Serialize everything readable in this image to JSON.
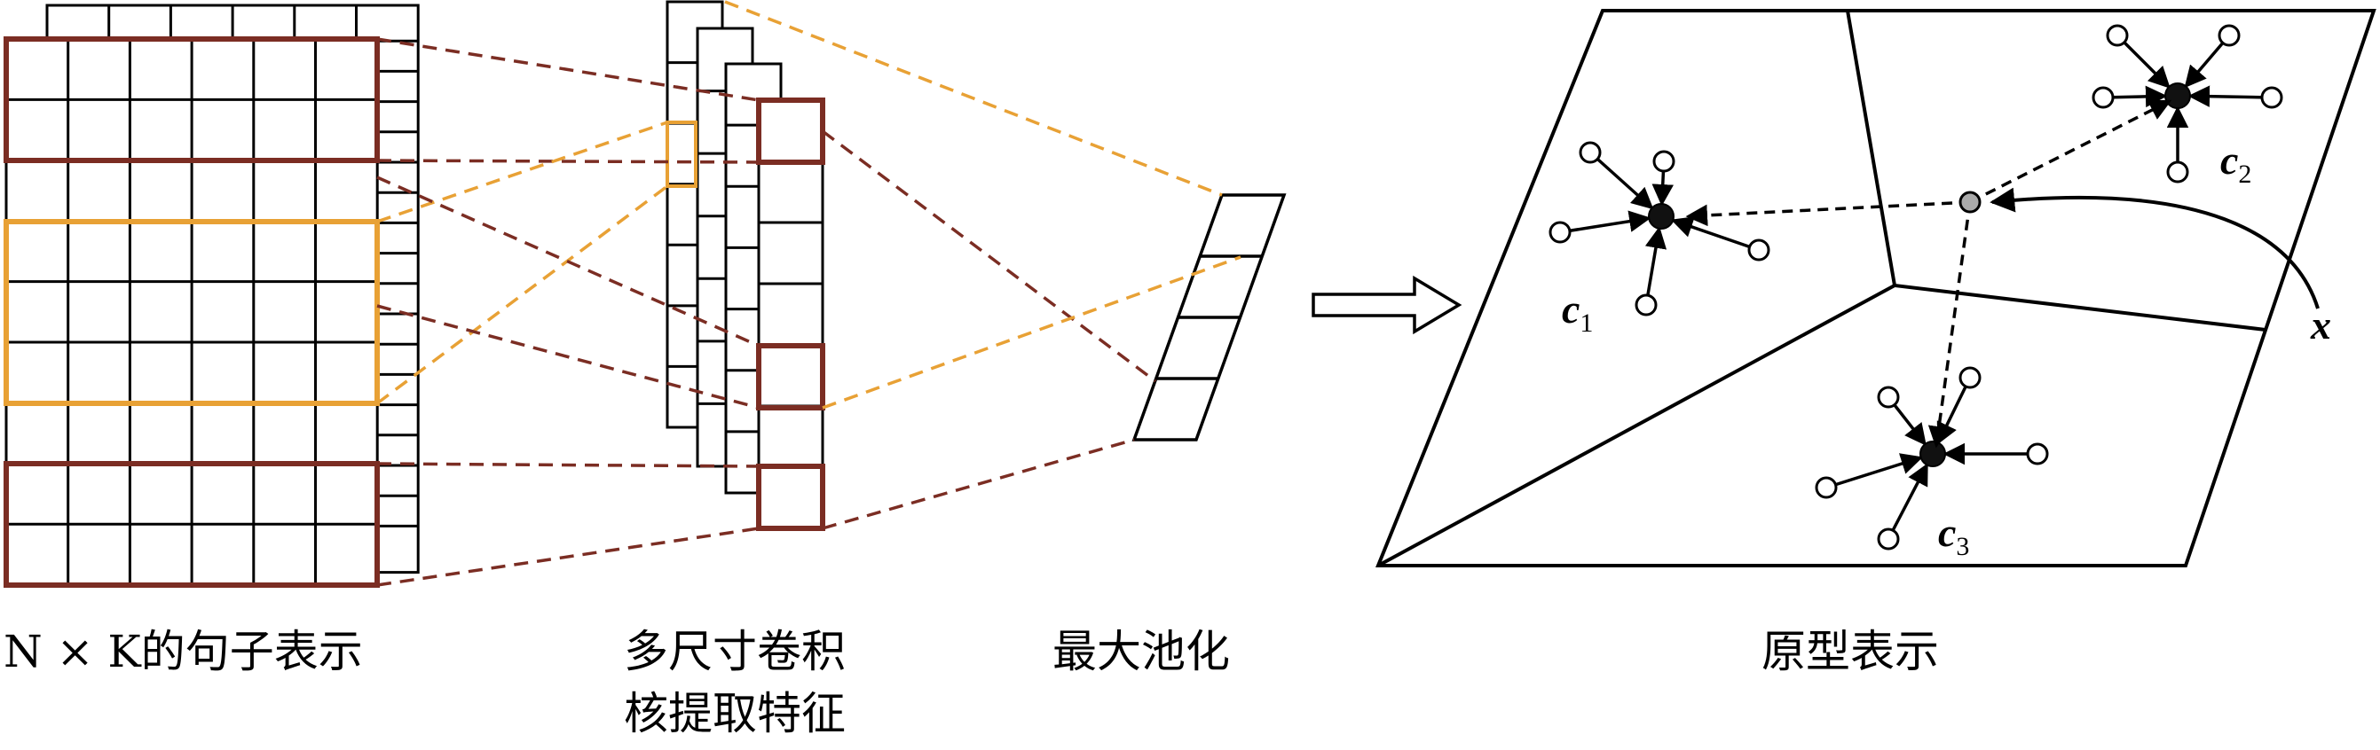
{
  "labels": {
    "sentence": "N × K的句子表示",
    "conv_line1": "多尺寸卷积",
    "conv_line2": "核提取特征",
    "pool": "最大池化",
    "proto": "原型表示"
  },
  "math": {
    "c": "c",
    "c1_sub": "1",
    "c2_sub": "2",
    "c3_sub": "3",
    "x": "x"
  },
  "colors": {
    "line": "#000000",
    "dark_red": "#7b2d23",
    "orange": "#e8a135",
    "query_fill": "#aaaaaa"
  }
}
